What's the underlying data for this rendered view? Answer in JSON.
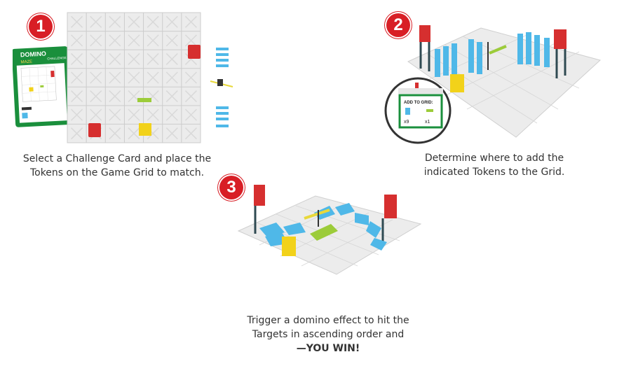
{
  "steps": [
    {
      "number": "1",
      "caption_lines": [
        "Select a Challenge Card and place the",
        "Tokens on the Game Grid to match."
      ]
    },
    {
      "number": "2",
      "caption_lines": [
        "Determine where to add the",
        "indicated Tokens to the Grid."
      ]
    },
    {
      "number": "3",
      "caption_lines": [
        "Trigger a domino effect to hit the",
        "Targets in ascending order and"
      ],
      "emphasis": "—YOU WIN!"
    }
  ],
  "card": {
    "title": "DOMINO",
    "subtitle": "MAZE",
    "tag": "CHALLENGE"
  },
  "zoom_card": {
    "header": "ADD TO GRID:",
    "count_left": "x9",
    "count_right": "x1"
  },
  "colors": {
    "badge": "#d81e25",
    "card_green": "#1a8f3c",
    "domino": "#4fb8e8",
    "target": "#d62f2f",
    "ramp": "#f2d21a",
    "bridge": "#9ccc3a",
    "grid": "#e9e9e9"
  }
}
